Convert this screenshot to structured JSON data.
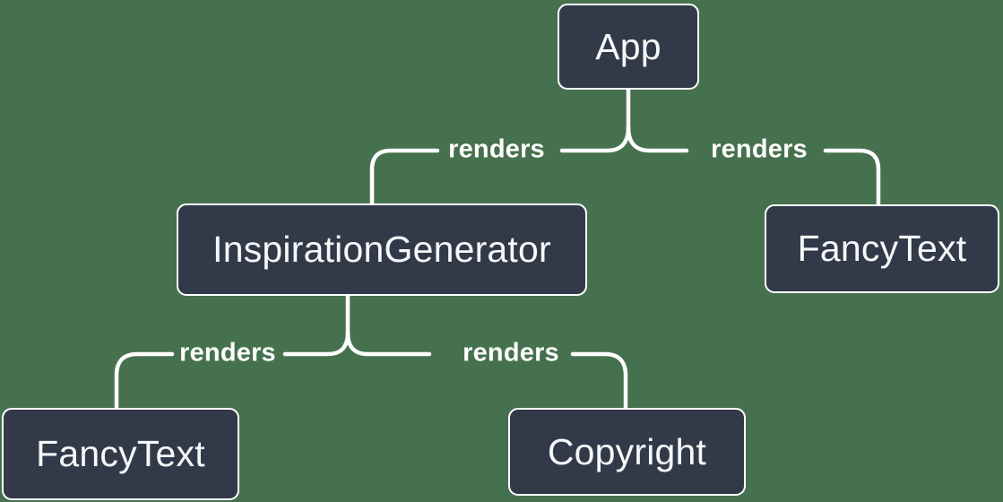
{
  "diagram": {
    "type": "tree",
    "background_color": "#46714E",
    "node_fill_color": "#323A49",
    "node_border_color": "#FFFFFF",
    "line_color": "#FFFFFF",
    "text_color": "#F5F7F9",
    "nodes": [
      {
        "id": "app",
        "label": "App"
      },
      {
        "id": "inspiration-generator",
        "label": "InspirationGenerator"
      },
      {
        "id": "fancy-text-top",
        "label": "FancyText"
      },
      {
        "id": "fancy-text-bottom",
        "label": "FancyText"
      },
      {
        "id": "copyright",
        "label": "Copyright"
      }
    ],
    "edges": [
      {
        "from": "App",
        "to": "InspirationGenerator",
        "label": "renders"
      },
      {
        "from": "App",
        "to": "FancyText",
        "label": "renders"
      },
      {
        "from": "InspirationGenerator",
        "to": "FancyText",
        "label": "renders"
      },
      {
        "from": "InspirationGenerator",
        "to": "Copyright",
        "label": "renders"
      }
    ]
  }
}
